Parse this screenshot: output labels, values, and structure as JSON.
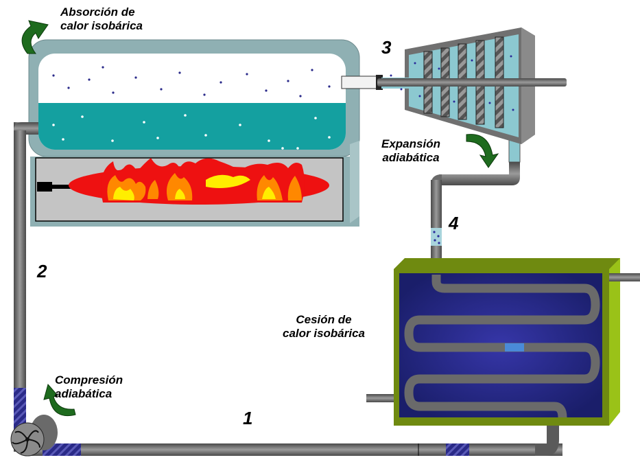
{
  "title": "Ciclo de Rankine",
  "stages": {
    "absorcion": {
      "line1": "Absorción de",
      "line2": "calor isobárica"
    },
    "expansion": {
      "line1": "Expansión",
      "line2": "adiabática"
    },
    "cesion": {
      "line1": "Cesión de",
      "line2": "calor isobárica"
    },
    "compresion": {
      "line1": "Compresión",
      "line2": "adiabática"
    }
  },
  "points": {
    "p1": "1",
    "p2": "2",
    "p3": "3",
    "p4": "4"
  },
  "colors": {
    "pipe": "#6e6e6e",
    "boiler_shell": "#8fb0b3",
    "water": "#14a0a0",
    "turbine_shell": "#707070",
    "steam": "#8cc8d0",
    "condenser_frame": "#6f8a10",
    "condenser_inner": "#262c8c",
    "arrow": "#1e6b1e",
    "flame_red": "#ee1111",
    "flame_orange": "#ff8800",
    "flame_yellow": "#ffee00"
  }
}
